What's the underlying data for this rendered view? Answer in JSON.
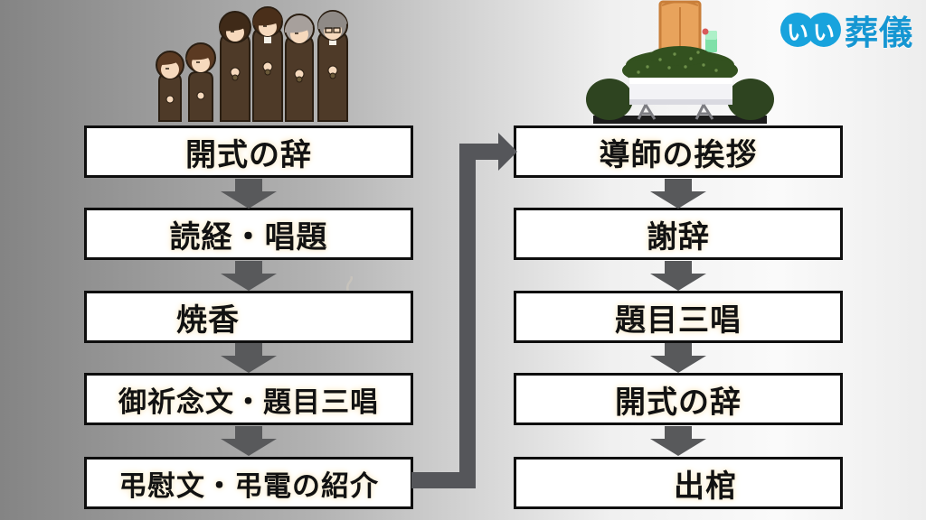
{
  "logo": {
    "ii": "いい",
    "sougi": "葬儀",
    "blue": "#18a3dd"
  },
  "flow": {
    "left": {
      "steps": [
        {
          "label": "開式の辞"
        },
        {
          "label": "読経・唱題"
        },
        {
          "label": "焼香"
        },
        {
          "label": "御祈念文・題目三唱"
        },
        {
          "label": "弔慰文・弔電の紹介"
        }
      ]
    },
    "right": {
      "steps": [
        {
          "label": "導師の挨拶"
        },
        {
          "label": "謝辞"
        },
        {
          "label": "題目三唱"
        },
        {
          "label": "開式の辞"
        },
        {
          "label": "出棺"
        }
      ]
    }
  },
  "colors": {
    "arrow_gray": "#58595b",
    "box_border": "#0e0e0e",
    "box_bg": "#ffffff",
    "text_glow": "#fcf0d6",
    "bg_left": "#848484",
    "bg_right": "#fafafa"
  },
  "icons": {
    "mourners": "mourning-family-illustration",
    "altar": "funeral-altar-illustration",
    "incense": "incense-burner-illustration",
    "coffin": "coffin-illustration"
  }
}
